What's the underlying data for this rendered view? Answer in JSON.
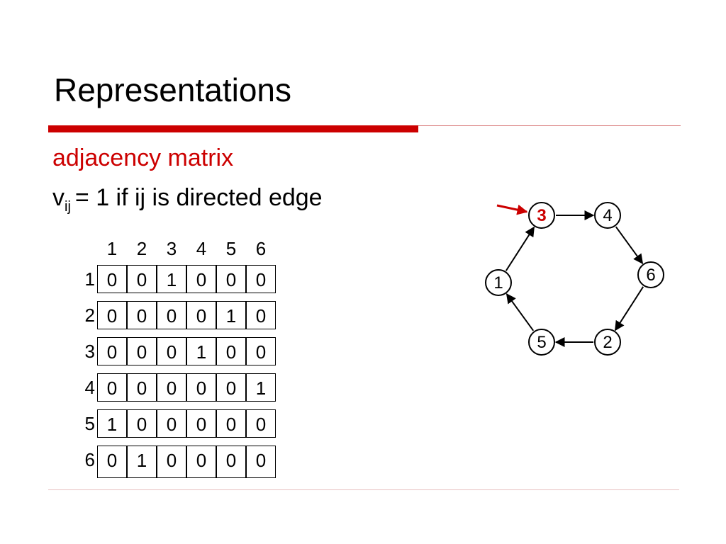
{
  "slide": {
    "title": "Representations",
    "subtitle": "adjacency matrix",
    "definition": {
      "var": "v",
      "subscript": "ij",
      "rest": "= 1 if ij is directed edge"
    }
  },
  "colors": {
    "accent": "#cc0000",
    "text": "#000000"
  },
  "matrix": {
    "col_labels": [
      "1",
      "2",
      "3",
      "4",
      "5",
      "6"
    ],
    "row_labels": [
      "1",
      "2",
      "3",
      "4",
      "5",
      "6"
    ],
    "rows": [
      [
        "0",
        "0",
        "1",
        "0",
        "0",
        "0"
      ],
      [
        "0",
        "0",
        "0",
        "0",
        "1",
        "0"
      ],
      [
        "0",
        "0",
        "0",
        "1",
        "0",
        "0"
      ],
      [
        "0",
        "0",
        "0",
        "0",
        "0",
        "1"
      ],
      [
        "1",
        "0",
        "0",
        "0",
        "0",
        "0"
      ],
      [
        "0",
        "1",
        "0",
        "0",
        "0",
        "0"
      ]
    ]
  },
  "graph": {
    "nodes": [
      "3",
      "4",
      "1",
      "6",
      "5",
      "2"
    ],
    "highlighted_node": "3",
    "edges": [
      {
        "from": "3",
        "to": "4"
      },
      {
        "from": "4",
        "to": "6"
      },
      {
        "from": "6",
        "to": "2"
      },
      {
        "from": "2",
        "to": "5"
      },
      {
        "from": "5",
        "to": "1"
      },
      {
        "from": "1",
        "to": "3"
      }
    ],
    "pointer_arrow_target": "3"
  }
}
